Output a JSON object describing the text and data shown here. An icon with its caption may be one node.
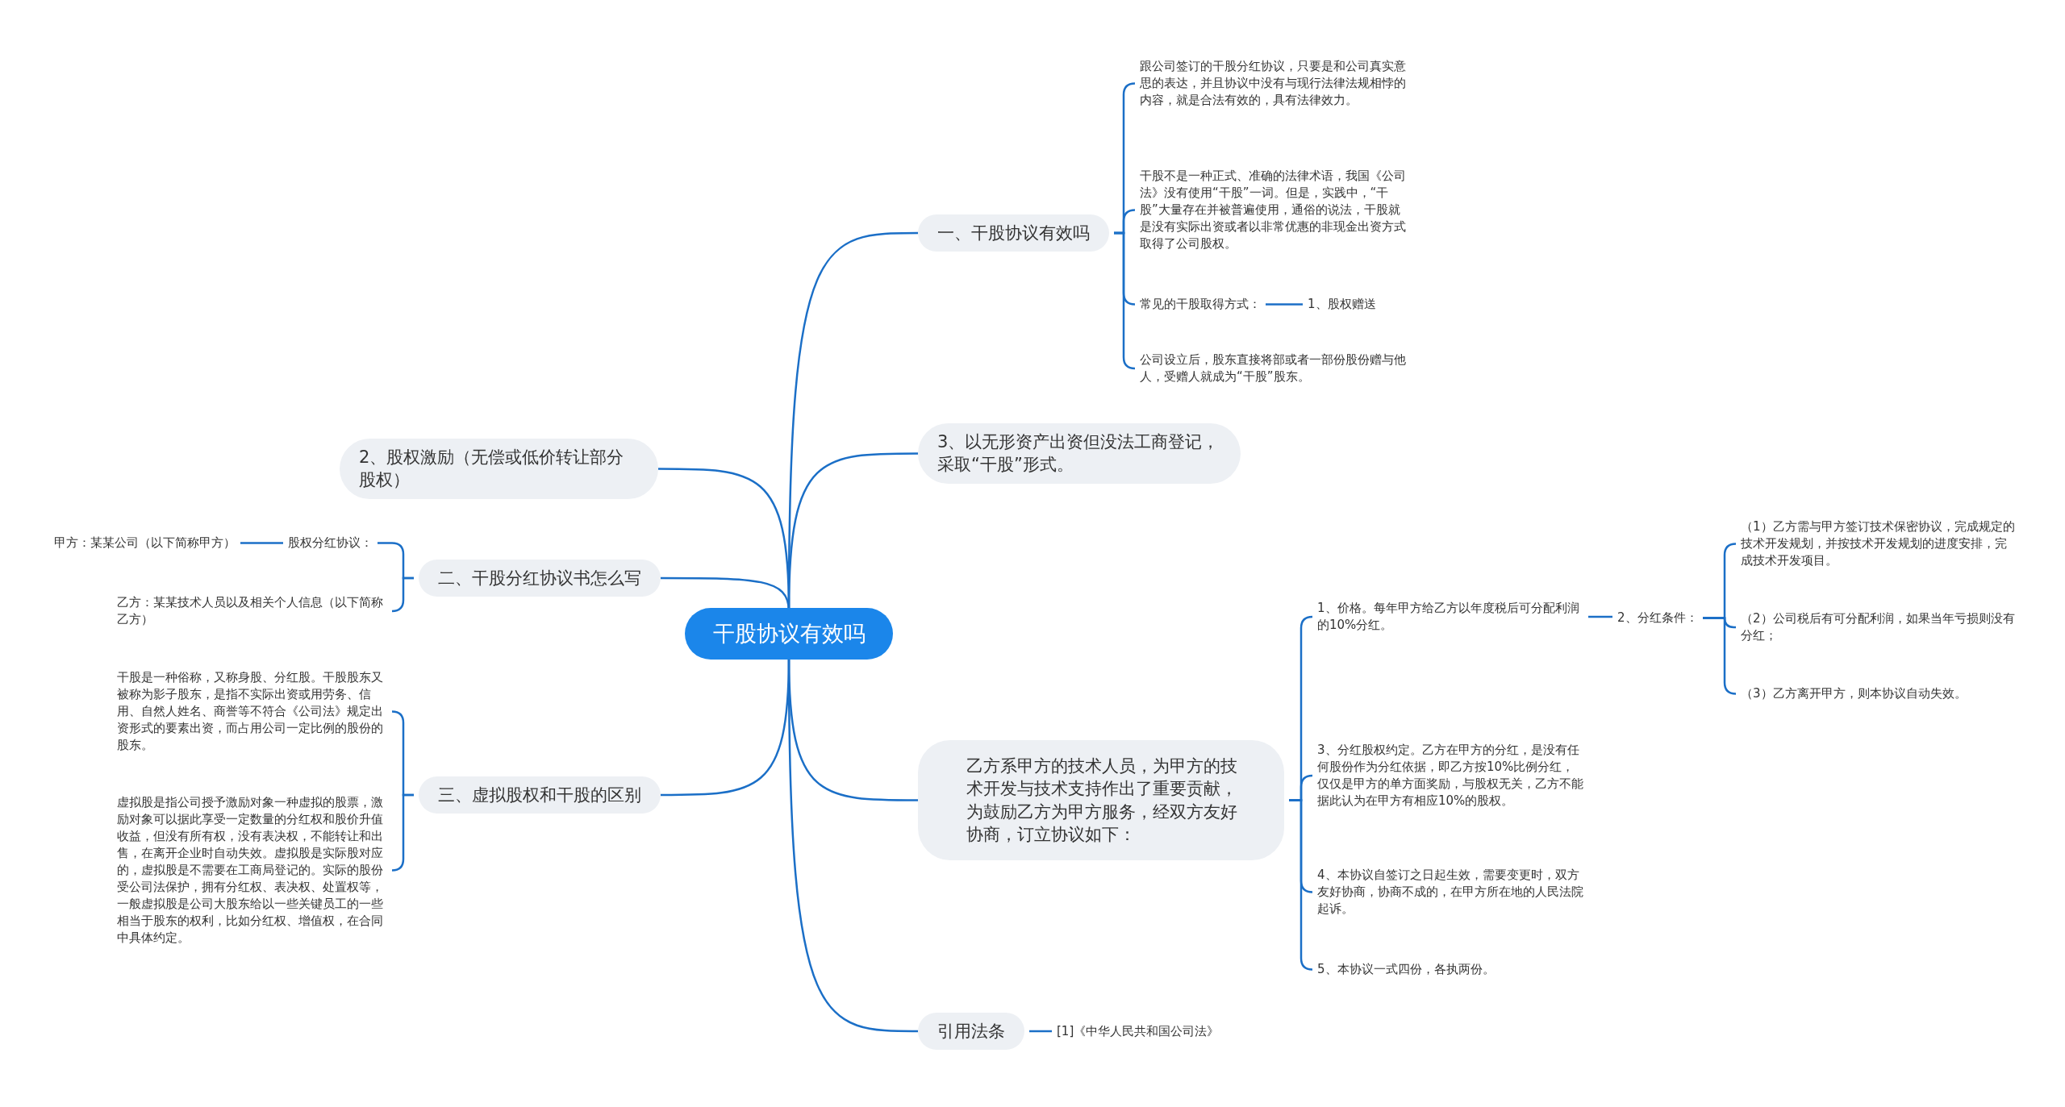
{
  "diagram": {
    "nodes": [
      {
        "text": [
          "干股协议有效吗"
        ]
      },
      {
        "text": [
          "一、干股协议有效吗"
        ]
      },
      {
        "text": [
          "跟公司签订的干股分红协议，只要是和公司真实意思的表达，并且协议中没有与现行法律法规相悖的内容，就是合法有效的，具有法律效力。"
        ]
      },
      {
        "text": [
          "干股不是一种正式、准确的法律术语，我国《公司法》没有使用“干股”一词。但是，实践中，“干股”大量存在并被普遍使用，通俗的说法，干股就是没有实际出资或者以非常优惠的非现金出资方式取得了公司股权。"
        ]
      },
      {
        "text": [
          "常见的干股取得方式："
        ]
      },
      {
        "text": [
          "1、股权赠送"
        ]
      },
      {
        "text": [
          "公司设立后，股东直接将部或者一部份股份赠与他人，受赠人就成为“干股”股东。"
        ]
      },
      {
        "text": [
          "3、以无形资产出资但没法工商登记，采取“干股”形式。"
        ]
      },
      {
        "text": [
          "乙方系甲方的技术人员，为甲方的技术开发与技术支持作出了重要贡献，为鼓励乙方为甲方服务，经双方友好协商，订立协议如下："
        ]
      },
      {
        "text": [
          "1、价格。每年甲方给乙方以年度税后可分配利润的10%分红。"
        ]
      },
      {
        "text": [
          "2、分红条件："
        ]
      },
      {
        "text": [
          "（1）乙方需与甲方签订技术保密协议，完成规定的技术开发规划，并按技术开发规划的进度安排，完成技术开发项目。"
        ]
      },
      {
        "text": [
          "（2）公司税后有可分配利润，如果当年亏损则没有分红；"
        ]
      },
      {
        "text": [
          "（3）乙方离开甲方，则本协议自动失效。"
        ]
      },
      {
        "text": [
          "3、分红股权约定。乙方在甲方的分红，是没有任何股份作为分红依据，即乙方按10%比例分红，仅仅是甲方的单方面奖励，与股权无关，乙方不能据此认为在甲方有相应10%的股权。"
        ]
      },
      {
        "text": [
          "4、本协议自签订之日起生效，需要变更时，双方友好协商，协商不成的，在甲方所在地的人民法院起诉。"
        ]
      },
      {
        "text": [
          "5、本协议一式四份，各执两份。"
        ]
      },
      {
        "text": [
          "引用法条"
        ]
      },
      {
        "text": [
          "[1]《中华人民共和国公司法》"
        ]
      },
      {
        "text": [
          "2、股权激励（无偿或低价转让部分股权）"
        ]
      },
      {
        "text": [
          "二、干股分红协议书怎么写"
        ]
      },
      {
        "text": [
          "股权分红协议："
        ]
      },
      {
        "text": [
          "甲方：某某公司（以下简称甲方）"
        ]
      },
      {
        "text": [
          "乙方：某某技术人员以及相关个人信息（以下简称乙方）"
        ]
      },
      {
        "text": [
          "三、虚拟股权和干股的区别"
        ]
      },
      {
        "text": [
          "干股是一种俗称，又称身股、分红股。干股股东又被称为影子股东，是指不实际出资或用劳务、信用、自然人姓名、商誉等不符合《公司法》规定出资形式的要素出资，而占用公司一定比例的股份的股东。"
        ]
      },
      {
        "text": [
          "虚拟股是指公司授予激励对象一种虚拟的股票，激励对象可以据此享受一定数量的分红权和股价升值收益，但没有所有权，没有表决权，不能转让和出售，在离开企业时自动失效。虚拟股是实际股对应的，虚拟股是不需要在工商局登记的。实际的股份受公司法保护，拥有分红权、表决权、处置权等，一般虚拟股是公司大股东给以一些关键员工的一些相当于股东的权利，比如分红权、增值权，在合同中具体约定。"
        ]
      }
    ],
    "edges": [
      {
        "from": 0,
        "to": 1,
        "arrow": "none"
      },
      {
        "from": 1,
        "to": 2,
        "arrow": "none"
      },
      {
        "from": 1,
        "to": 3,
        "arrow": "none"
      },
      {
        "from": 1,
        "to": 4,
        "arrow": "none"
      },
      {
        "from": 4,
        "to": 5,
        "arrow": "none"
      },
      {
        "from": 1,
        "to": 6,
        "arrow": "none"
      },
      {
        "from": 0,
        "to": 7,
        "arrow": "none"
      },
      {
        "from": 0,
        "to": 8,
        "arrow": "none"
      },
      {
        "from": 8,
        "to": 9,
        "arrow": "none"
      },
      {
        "from": 9,
        "to": 10,
        "arrow": "none"
      },
      {
        "from": 10,
        "to": 11,
        "arrow": "none"
      },
      {
        "from": 10,
        "to": 12,
        "arrow": "none"
      },
      {
        "from": 10,
        "to": 13,
        "arrow": "none"
      },
      {
        "from": 8,
        "to": 14,
        "arrow": "none"
      },
      {
        "from": 8,
        "to": 15,
        "arrow": "none"
      },
      {
        "from": 8,
        "to": 16,
        "arrow": "none"
      },
      {
        "from": 0,
        "to": 17,
        "arrow": "none"
      },
      {
        "from": 17,
        "to": 18,
        "arrow": "none"
      },
      {
        "from": 0,
        "to": 19,
        "arrow": "none"
      },
      {
        "from": 0,
        "to": 20,
        "arrow": "none"
      },
      {
        "from": 20,
        "to": 21,
        "arrow": "none"
      },
      {
        "from": 21,
        "to": 22,
        "arrow": "none"
      },
      {
        "from": 20,
        "to": 23,
        "arrow": "none"
      },
      {
        "from": 0,
        "to": 24,
        "arrow": "none"
      },
      {
        "from": 24,
        "to": 25,
        "arrow": "none"
      },
      {
        "from": 24,
        "to": 26,
        "arrow": "none"
      }
    ]
  }
}
